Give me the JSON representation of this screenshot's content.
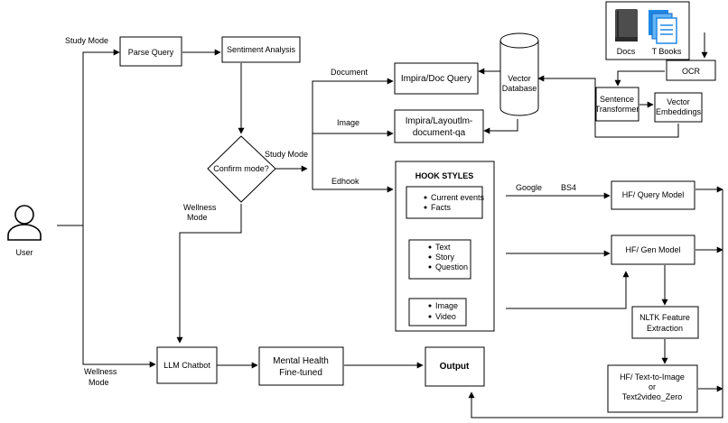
{
  "nodes": {
    "user": "User",
    "parse_query": "Parse Query",
    "sentiment_analysis": "Sentiment Analysis",
    "confirm_mode": "Confirm mode?",
    "impira_doc_query": "Impira/Doc Query",
    "impira_layoutlm_line1": "Impira/Layoutlm-",
    "impira_layoutlm_line2": "document-qa",
    "vector_database_line1": "Vector",
    "vector_database_line2": "Database",
    "docs": "Docs",
    "t_books": "T Books",
    "ocr": "OCR",
    "sentence_transformer_line1": "Sentence",
    "sentence_transformer_line2": "Transformer",
    "vector_embeddings_line1": "Vector",
    "vector_embeddings_line2": "Embeddings",
    "hook_styles_title": "HOOK STYLES",
    "hook_group1": [
      "Current events",
      "Facts"
    ],
    "hook_group2": [
      "Text",
      "Story",
      "Question"
    ],
    "hook_group3": [
      "Image",
      "Video"
    ],
    "hf_query_model": "HF/ Query Model",
    "hf_gen_model": "HF/ Gen Model",
    "nltk_line1": "NLTK Feature",
    "nltk_line2": "Extraction",
    "hf_t2i_line1": "HF/ Text-to-Image",
    "hf_t2i_line2": "or",
    "hf_t2i_line3": "Text2video_Zero",
    "llm_chatbot": "LLM Chatbot",
    "mental_health_line1": "Mental Health",
    "mental_health_line2": "Fine-tuned",
    "output": "Output"
  },
  "edge_labels": {
    "study_mode_top": "Study Mode",
    "study_mode_right": "Study Mode",
    "wellness_mode_line1": "Wellness",
    "wellness_mode_line2": "Mode",
    "wellness_mode_bottom_line1": "Wellness",
    "wellness_mode_bottom_line2": "Mode",
    "document": "Document",
    "image": "Image",
    "edhook": "Edhook",
    "google": "Google",
    "bs4": "BS4"
  }
}
